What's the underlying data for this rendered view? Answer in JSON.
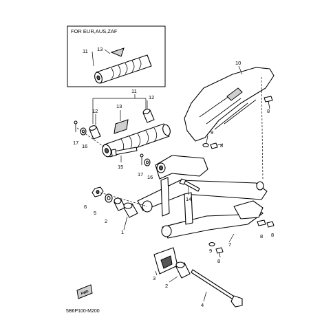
{
  "inset": {
    "title": "FOR EUR,AUS,ZAF",
    "callouts": [
      "11",
      "13"
    ]
  },
  "callouts": {
    "p10": "10",
    "p8a": "8",
    "p11": "11",
    "p12a": "12",
    "p12b": "12",
    "p13": "13",
    "p9a": "9",
    "p8b": "8",
    "p17a": "17",
    "p16a": "16",
    "p15": "15",
    "p17b": "17",
    "p16b": "16",
    "p14": "14",
    "p6": "6",
    "p5": "5",
    "p2a": "2",
    "p1": "1",
    "p8c": "8",
    "p8d": "8",
    "p7": "7",
    "p9b": "9",
    "p8e": "8",
    "p3": "3",
    "p2b": "2",
    "p4": "4"
  },
  "fwd_label": "FWD",
  "diagram_code": "5B6P100-M200"
}
